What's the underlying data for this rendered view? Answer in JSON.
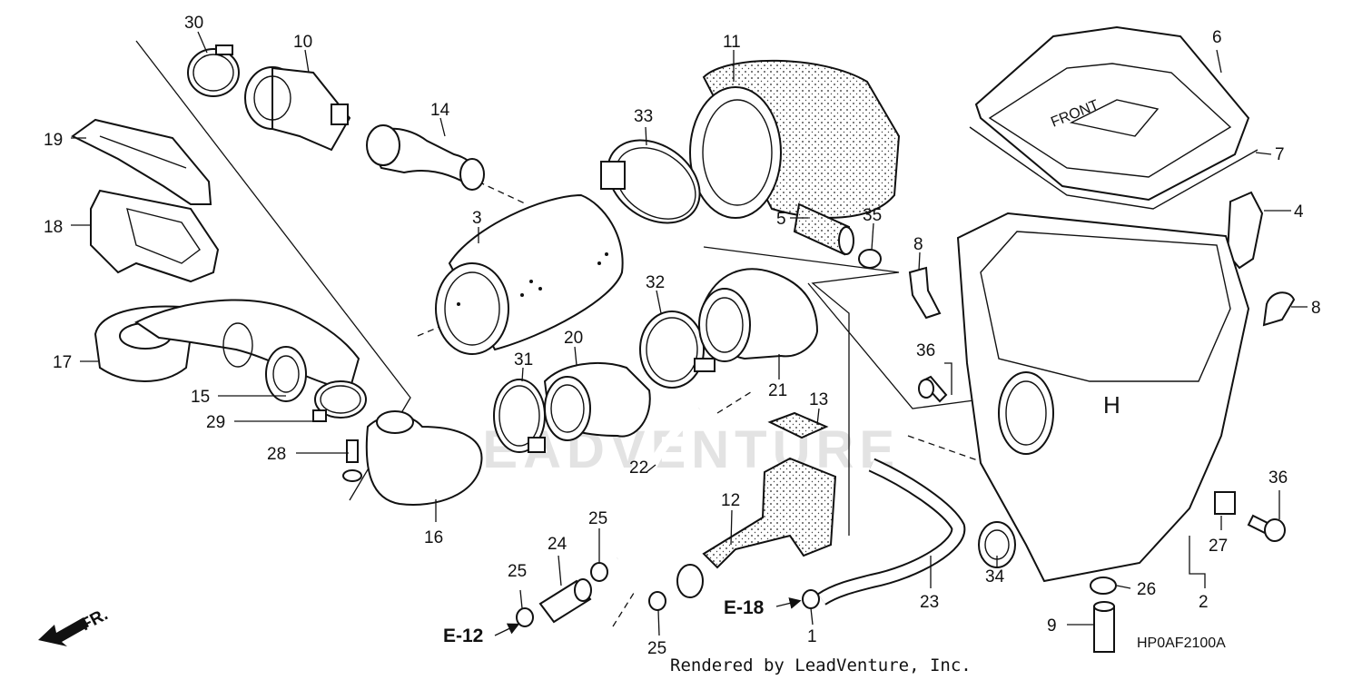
{
  "callouts": [
    {
      "id": "p30",
      "text": "30"
    },
    {
      "id": "p10",
      "text": "10"
    },
    {
      "id": "p11",
      "text": "11"
    },
    {
      "id": "p6",
      "text": "6"
    },
    {
      "id": "p7",
      "text": "7"
    },
    {
      "id": "p19",
      "text": "19"
    },
    {
      "id": "p14",
      "text": "14"
    },
    {
      "id": "p33",
      "text": "33"
    },
    {
      "id": "p4",
      "text": "4"
    },
    {
      "id": "p18",
      "text": "18"
    },
    {
      "id": "p3",
      "text": "3"
    },
    {
      "id": "p35",
      "text": "35"
    },
    {
      "id": "p5",
      "text": "5"
    },
    {
      "id": "p8a",
      "text": "8"
    },
    {
      "id": "p8b",
      "text": "8"
    },
    {
      "id": "p32",
      "text": "32"
    },
    {
      "id": "p17",
      "text": "17"
    },
    {
      "id": "p20",
      "text": "20"
    },
    {
      "id": "p31",
      "text": "31"
    },
    {
      "id": "p36a",
      "text": "36"
    },
    {
      "id": "p15",
      "text": "15"
    },
    {
      "id": "p21",
      "text": "21"
    },
    {
      "id": "p13",
      "text": "13"
    },
    {
      "id": "p29",
      "text": "29"
    },
    {
      "id": "p28",
      "text": "28"
    },
    {
      "id": "p22",
      "text": "22"
    },
    {
      "id": "p36b",
      "text": "36"
    },
    {
      "id": "p12",
      "text": "12"
    },
    {
      "id": "p16",
      "text": "16"
    },
    {
      "id": "p25a",
      "text": "25"
    },
    {
      "id": "p24",
      "text": "24"
    },
    {
      "id": "p27",
      "text": "27"
    },
    {
      "id": "p25b",
      "text": "25"
    },
    {
      "id": "p26",
      "text": "26"
    },
    {
      "id": "p23",
      "text": "23"
    },
    {
      "id": "p34",
      "text": "34"
    },
    {
      "id": "p2",
      "text": "2"
    },
    {
      "id": "p1",
      "text": "1"
    },
    {
      "id": "p9",
      "text": "9"
    },
    {
      "id": "p25c",
      "text": "25"
    }
  ],
  "refs": {
    "e12": "E-12",
    "e18": "E-18"
  },
  "front_arrow_label": "FR.",
  "cover_front_label": "FRONT",
  "box_letter": "H",
  "diagram_code": "HP0AF2100A",
  "watermark": "LEADVENTURE",
  "footer": "Rendered by LeadVenture, Inc."
}
